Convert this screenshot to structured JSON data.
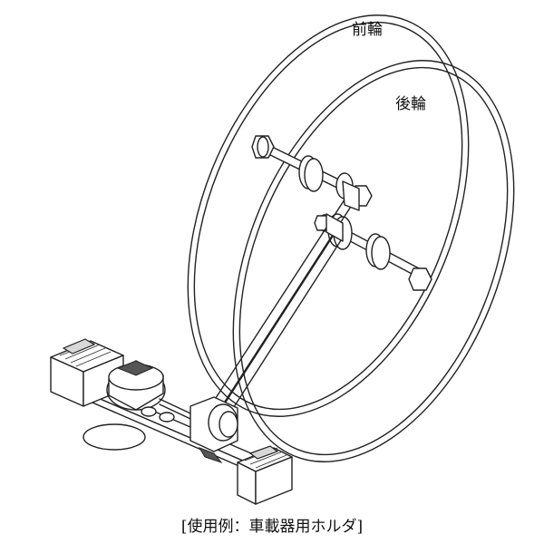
{
  "labels": {
    "front_wheel": "前輪",
    "rear_wheel": "後輪"
  },
  "caption": "[使用例：車載器用ホルダ]"
}
